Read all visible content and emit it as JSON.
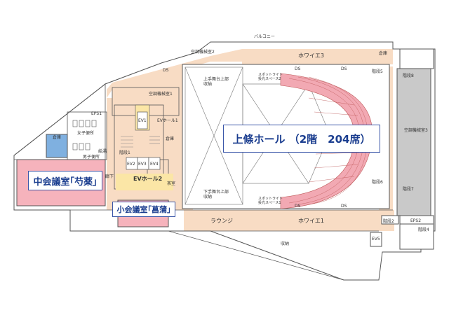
{
  "top": {
    "balcony": "バルコニー",
    "ac2": "空調機械室2",
    "foyer3": "ホワイエ3",
    "storage_top": "倉庫"
  },
  "left": {
    "ac1": "空調機械室1",
    "eps1": "EPS1",
    "restroom_w": "女子便所",
    "restroom_m": "男子便所",
    "warehouse": "倉庫",
    "kitchen": "給湯",
    "corridor": "廊下",
    "storage_l": "倉庫",
    "ev_hall1": "EVホール1",
    "ev1": "EV1",
    "ev2": "EV2",
    "ev3": "EV3",
    "ev4": "EV4",
    "stair1": "階段1",
    "ev_hall2": "EVホール2",
    "pantry": "茶室"
  },
  "hall": {
    "ds": "DS",
    "stage_upper": "上手舞台上部\n収納",
    "stage_lower": "下手舞台上部\n収納",
    "spot_upper": "スポットライト\n投光スペース2",
    "spot_lower": "スポットライト\n投光スペース1",
    "stair5": "階段5",
    "stair6": "階段6"
  },
  "right": {
    "stair8": "階段8",
    "ac3": "空調機械室3",
    "stair7": "階段7",
    "stair2": "階段2",
    "stair4": "階段4",
    "eps2": "EPS2",
    "ev5": "EV5"
  },
  "bottom": {
    "lounge": "ラウンジ",
    "foyer1": "ホワイエ1",
    "storage_b": "収納"
  },
  "labels": {
    "main_hall": "上條ホール （2階　204席）",
    "medium_room": "中会議室｢芍薬｣",
    "small_room": "小会議室｢菖蒲｣"
  },
  "colors": {
    "foyer": "#f8dcc4",
    "seating": "#f2a9b3",
    "ev_hall": "#fbe6a6",
    "room": "#f6b3bc",
    "warehouse": "#7fb0e0",
    "mech": "#c9c9c9",
    "label_border": "#3a56a8"
  }
}
